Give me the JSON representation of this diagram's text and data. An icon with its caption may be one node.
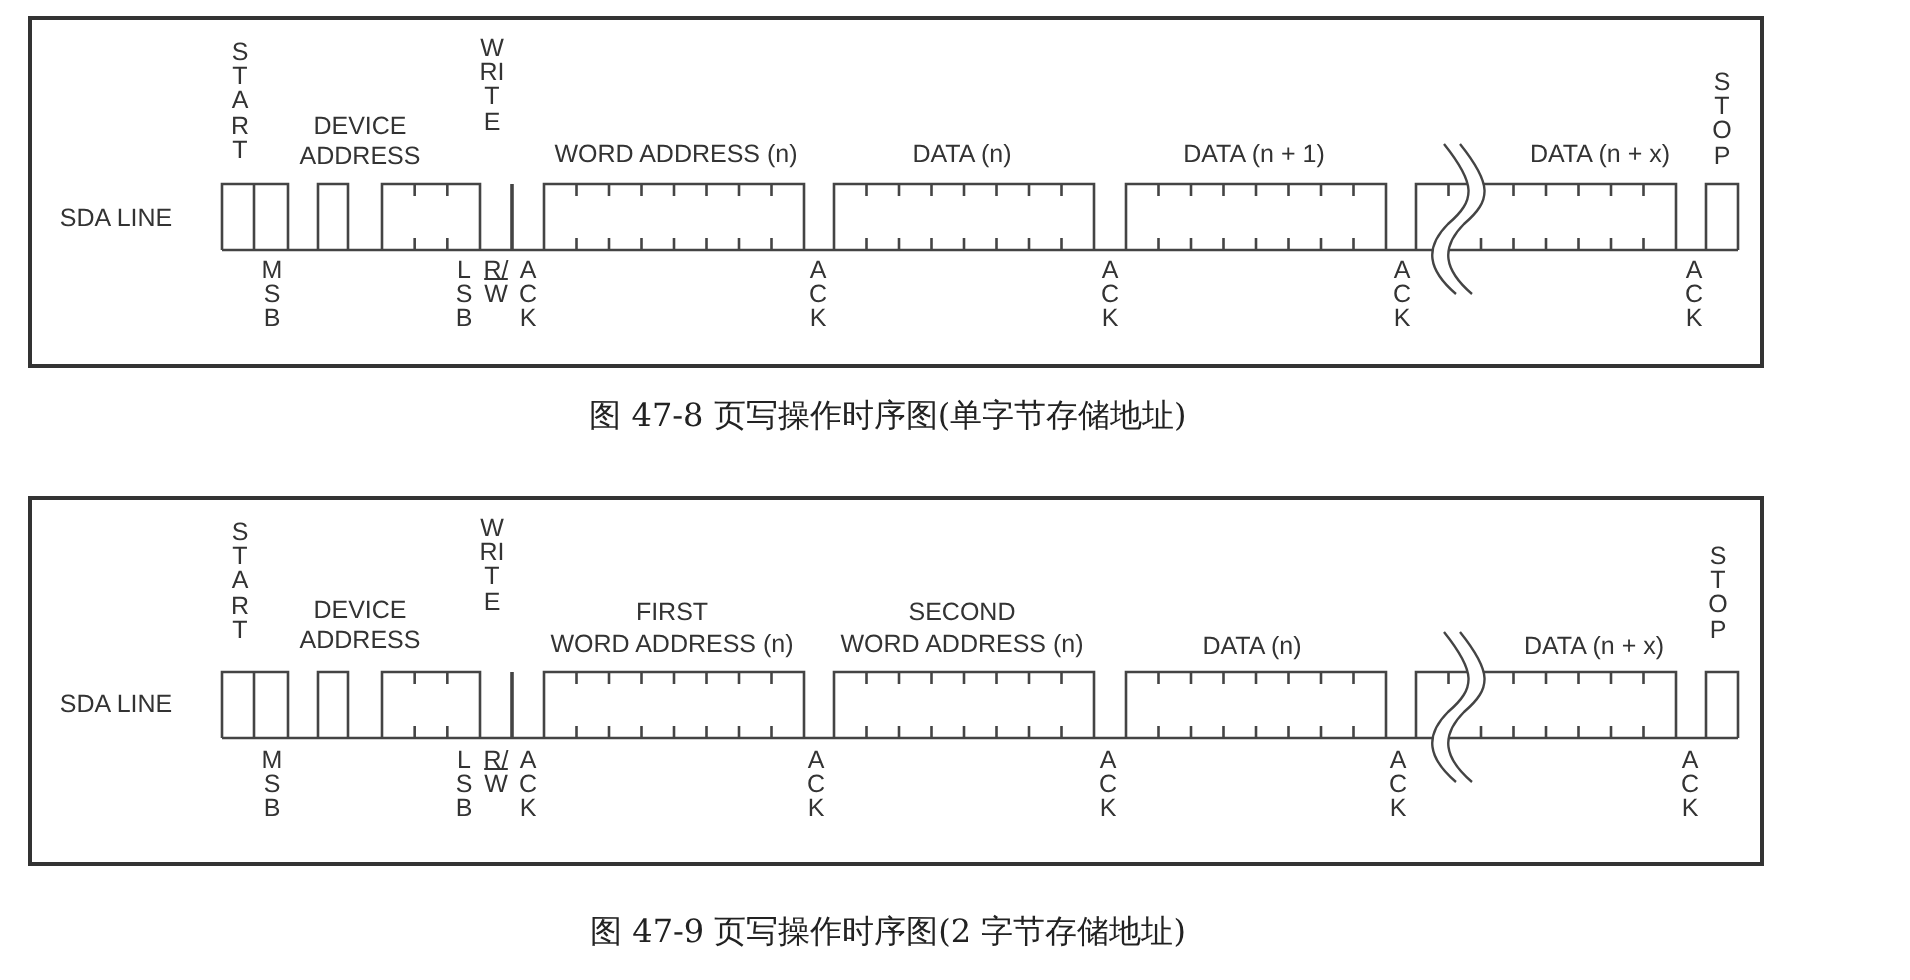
{
  "diagram": {
    "nodes": [
      {
        "text": [
          "图 47-8 页写操作时序图(单字节存储地址)"
        ]
      },
      {
        "text": [
          "图 47-9 页写操作时序图(2 字节存储地址)"
        ]
      }
    ],
    "edges": [],
    "labels": [
      "START",
      "WRITE",
      "STOP",
      "DEVICE ADDRESS",
      "WORD ADDRESS (n)",
      "DATA (n)",
      "DATA (n + 1)",
      "DATA (n + x)",
      "SDA LINE",
      "MSB",
      "LSB",
      "R/W",
      "ACK",
      "ACK",
      "ACK",
      "ACK",
      "ACK",
      "START",
      "WRITE",
      "STOP",
      "DEVICE ADDRESS",
      "FIRST",
      "WORD ADDRESS (n)",
      "SECOND",
      "WORD ADDRESS (n)",
      "DATA (n)",
      "DATA (n + x)",
      "SDA LINE",
      "MSB",
      "LSB",
      "R/W",
      "ACK",
      "ACK",
      "ACK",
      "ACK",
      "ACK"
    ]
  }
}
